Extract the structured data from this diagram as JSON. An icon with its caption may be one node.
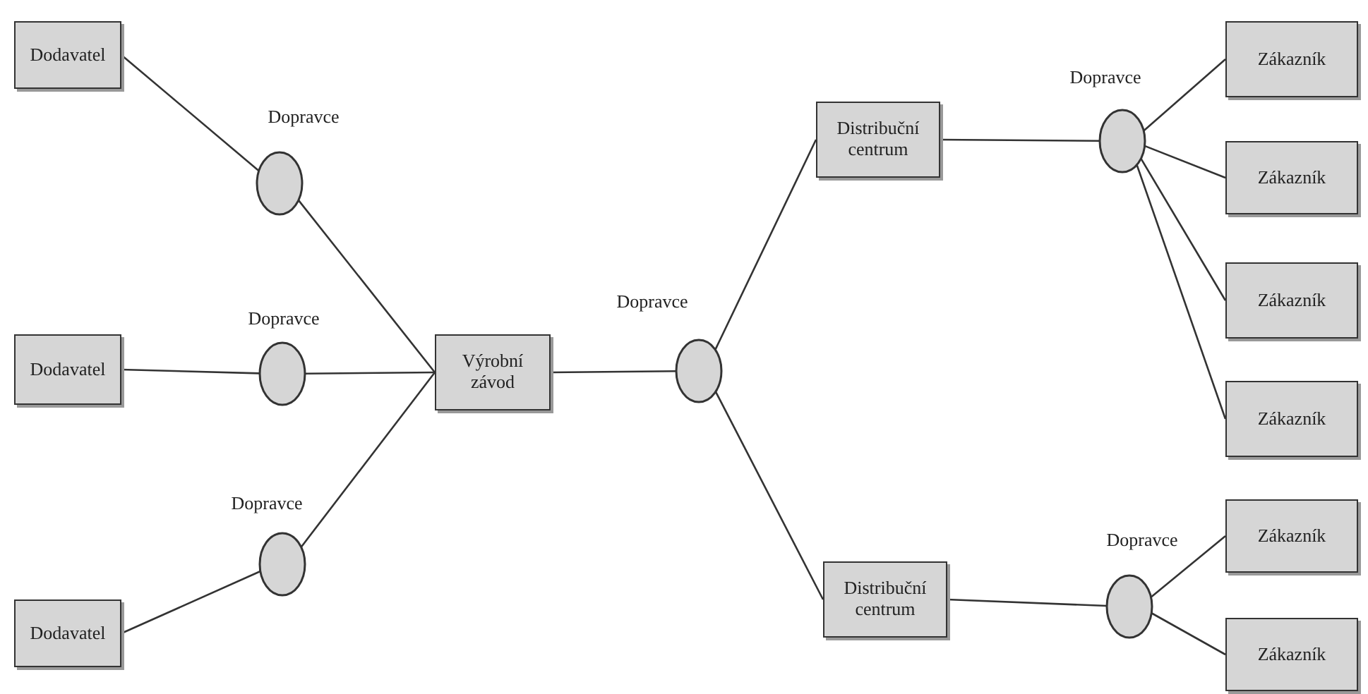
{
  "diagram": {
    "nodes": [
      {
        "text": [
          "Dodavatel"
        ]
      },
      {
        "text": [
          "Dopravce"
        ]
      },
      {
        "text": [
          "Dodavatel"
        ]
      },
      {
        "text": [
          "Dopravce"
        ]
      },
      {
        "text": [
          "Dodavatel"
        ]
      },
      {
        "text": [
          "Dopravce"
        ]
      },
      {
        "text": [
          "Výrobní závod"
        ]
      },
      {
        "text": [
          "Dopravce"
        ]
      },
      {
        "text": [
          "Distribuční centrum"
        ]
      },
      {
        "text": [
          "Dopravce"
        ]
      },
      {
        "text": [
          "Zákazník"
        ]
      },
      {
        "text": [
          "Zákazník"
        ]
      },
      {
        "text": [
          "Zákazník"
        ]
      },
      {
        "text": [
          "Zákazník"
        ]
      },
      {
        "text": [
          "Distribuční centrum"
        ]
      },
      {
        "text": [
          "Dopravce"
        ]
      },
      {
        "text": [
          "Zákazník"
        ]
      },
      {
        "text": [
          "Zákazník"
        ]
      }
    ],
    "edges": [
      {
        "from": 0,
        "to": 1,
        "arrow": "none"
      },
      {
        "from": 1,
        "to": 6,
        "arrow": "none"
      },
      {
        "from": 2,
        "to": 3,
        "arrow": "none"
      },
      {
        "from": 3,
        "to": 6,
        "arrow": "none"
      },
      {
        "from": 4,
        "to": 5,
        "arrow": "none"
      },
      {
        "from": 5,
        "to": 6,
        "arrow": "none"
      },
      {
        "from": 6,
        "to": 7,
        "arrow": "none"
      },
      {
        "from": 7,
        "to": 8,
        "arrow": "none"
      },
      {
        "from": 7,
        "to": 14,
        "arrow": "none"
      },
      {
        "from": 8,
        "to": 9,
        "arrow": "none"
      },
      {
        "from": 9,
        "to": 10,
        "arrow": "none"
      },
      {
        "from": 9,
        "to": 11,
        "arrow": "none"
      },
      {
        "from": 9,
        "to": 12,
        "arrow": "none"
      },
      {
        "from": 9,
        "to": 13,
        "arrow": "none"
      },
      {
        "from": 14,
        "to": 15,
        "arrow": "none"
      },
      {
        "from": 15,
        "to": 16,
        "arrow": "none"
      },
      {
        "from": 15,
        "to": 17,
        "arrow": "none"
      }
    ]
  }
}
